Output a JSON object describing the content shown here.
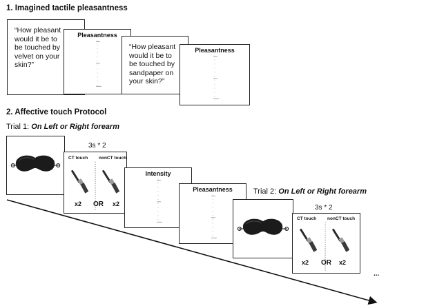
{
  "section1": {
    "title": "1. Imagined tactile pleasantness"
  },
  "velvet_question": [
    "“How pleasant",
    "would it be to",
    "be touched by",
    "velvet on your",
    "skin?”"
  ],
  "sandpaper_question": [
    "“How pleasant",
    "would it be to",
    "be touched by",
    "sandpaper on",
    "your skin?”"
  ],
  "pleasantness_label": "Pleasantness",
  "intensity_label": "Intensity",
  "section2": {
    "title": "2. Affective touch Protocol"
  },
  "trial1": {
    "prefix": "Trial 1: ",
    "emph": "On Left or Right forearm"
  },
  "trial2": {
    "prefix": "Trial 2: ",
    "emph": "On Left or Right forearm"
  },
  "timing": "3s * 2",
  "ct_touch": "CT touch",
  "nonct_touch": "nonCT touch",
  "repeat": "x2",
  "or": "OR",
  "ellipsis": "...",
  "colors": {
    "ink": "#111111",
    "mask": "#1b1b1b",
    "brush_handle": "#2a2a2a",
    "ferrule": "#9a9a9a",
    "bristle": "#3a3a3a"
  }
}
